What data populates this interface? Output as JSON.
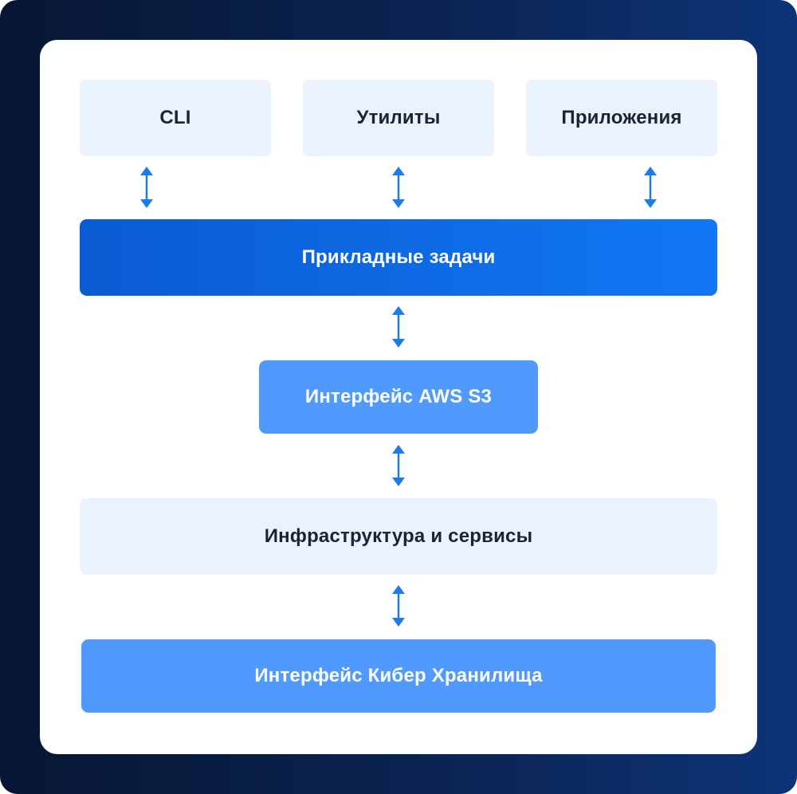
{
  "diagram": {
    "top_boxes": [
      {
        "label": "CLI"
      },
      {
        "label": "Утилиты"
      },
      {
        "label": "Приложения"
      }
    ],
    "applied_tasks": {
      "label": "Прикладные задачи"
    },
    "aws_interface": {
      "label": "Интерфейс AWS S3"
    },
    "infrastructure": {
      "label": "Инфраструктура и сервисы"
    },
    "storage_interface": {
      "label": "Интерфейс Кибер Хранилища"
    },
    "colors": {
      "background_dark": "#071633",
      "background_blue": "#0d3478",
      "card": "#ffffff",
      "light_box": "#eaf2fd",
      "primary_start": "#0a5bd2",
      "primary_end": "#1177f4",
      "secondary": "#4f9afc",
      "arrow": "#1a7cf0",
      "text_dark": "#1c2433"
    },
    "connector_icon": "bidirectional-vertical-arrow"
  }
}
